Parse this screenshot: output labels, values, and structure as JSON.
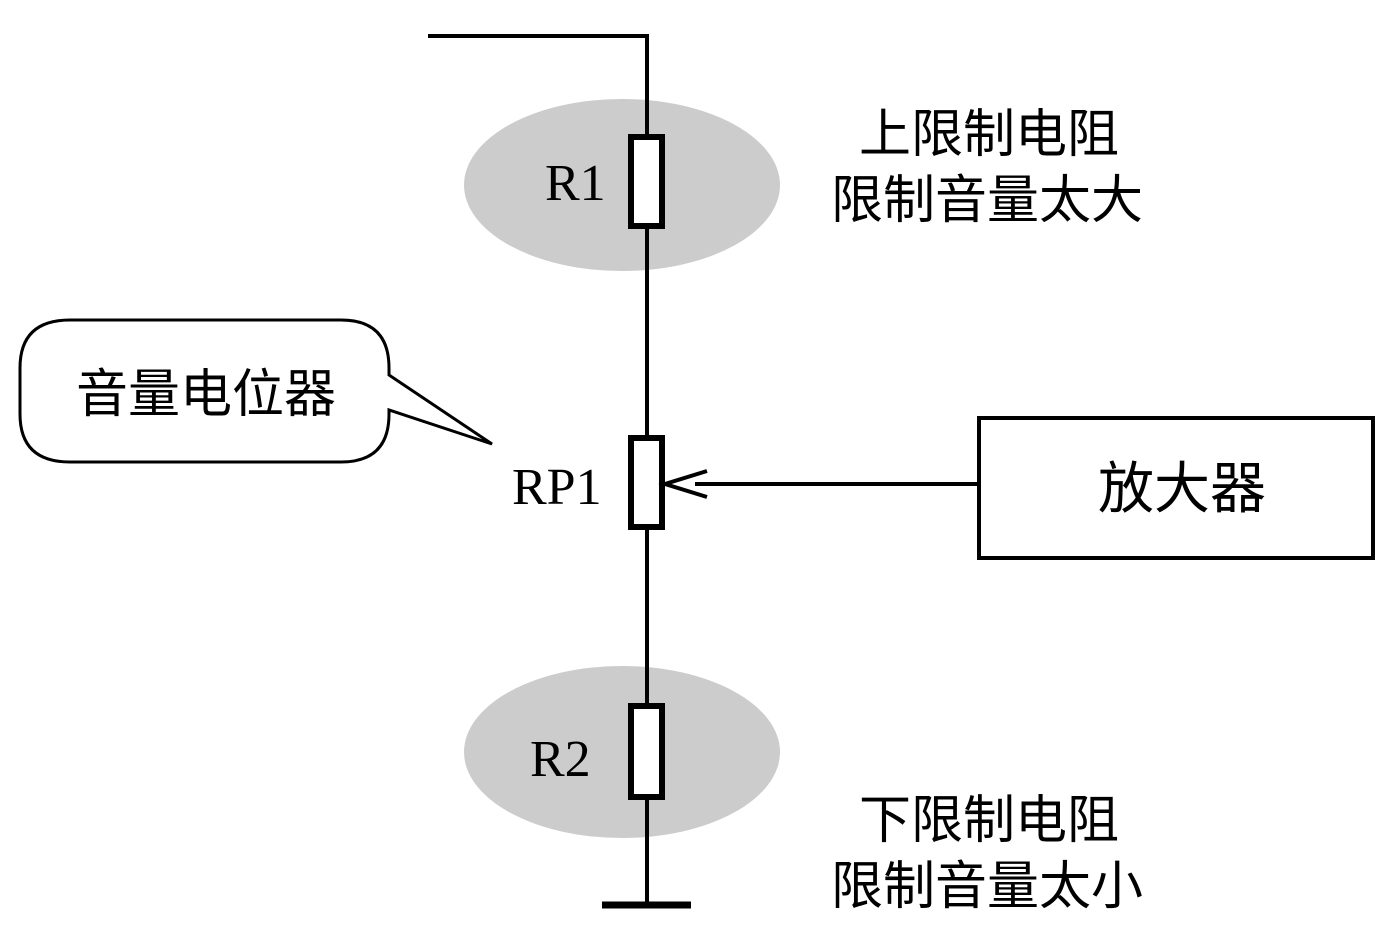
{
  "components": {
    "r1": {
      "label": "R1"
    },
    "rp1": {
      "label": "RP1"
    },
    "r2": {
      "label": "R2"
    }
  },
  "annotations": {
    "upper": {
      "line1": "上限制电阻",
      "line2": "限制音量太大"
    },
    "lower": {
      "line1": "下限制电阻",
      "line2": "限制音量太小"
    },
    "callout": "音量电位器"
  },
  "amplifier": {
    "label": "放大器"
  },
  "colors": {
    "highlight": "#cccccc",
    "line": "#000000",
    "background": "#ffffff"
  }
}
